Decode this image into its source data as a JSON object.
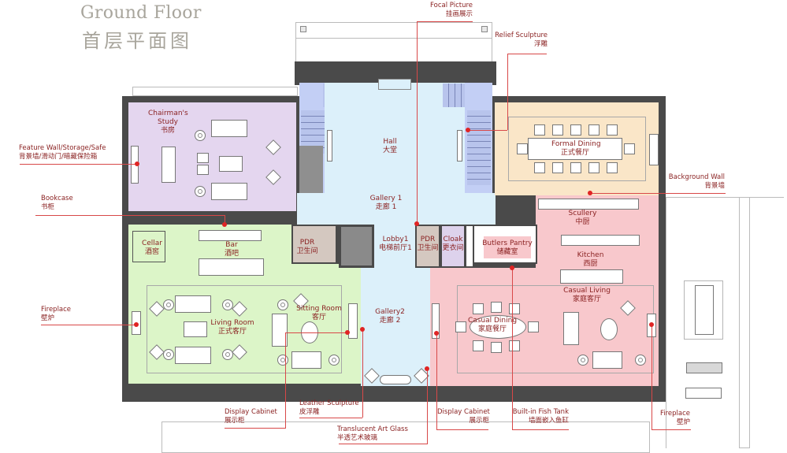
{
  "title": {
    "en": "Ground Floor",
    "cn": "首层平面图"
  },
  "colors": {
    "study": "#e4d6ef",
    "hall": "#dcf0fa",
    "stair": "#c3cff5",
    "formal_dining": "#fae6c8",
    "living": "#dcf5c8",
    "casual": "#f8c8cc",
    "pdr": "#d4c8c0",
    "cloak": "#ddd2ec",
    "wall": "#4a4a4a",
    "annotation": "#8b2323",
    "leader": "#d84848"
  },
  "rooms": {
    "study": {
      "en": "Chairman's",
      "en2": "Study",
      "cn": "书房"
    },
    "hall": {
      "en": "Hall",
      "cn": "大堂"
    },
    "formal_dining": {
      "en": "Formal Dining",
      "cn": "正式餐厅"
    },
    "gallery1": {
      "en": "Gallery 1",
      "cn": "走廊 1"
    },
    "cellar": {
      "en": "Cellar",
      "cn": "酒窖"
    },
    "bar": {
      "en": "Bar",
      "cn": "酒吧"
    },
    "pdr1": {
      "en": "PDR",
      "cn": "卫生间"
    },
    "lobby1": {
      "en": "Lobby1",
      "cn": "电梯前厅1"
    },
    "pdr2": {
      "en": "PDR",
      "cn": "卫生间"
    },
    "cloak": {
      "en": "Cloak",
      "cn": "更衣间"
    },
    "butlers_pantry": {
      "en": "Butlers Pantry",
      "cn": "储藏室"
    },
    "scullery": {
      "en": "Scullery",
      "cn": "中厨"
    },
    "kitchen": {
      "en": "Kitchen",
      "cn": "西厨"
    },
    "living_room": {
      "en": "Living Room",
      "cn": "正式客厅"
    },
    "sitting_room": {
      "en": "Sitting Room",
      "cn": "客厅"
    },
    "gallery2": {
      "en": "Gallery2",
      "cn": "走廊 2"
    },
    "casual_dining": {
      "en": "Casual Dining",
      "cn": "家庭餐厅"
    },
    "casual_living": {
      "en": "Casual  Living",
      "cn": "家庭客厅"
    }
  },
  "annotations": {
    "focal_picture": {
      "en": "Focal Picture",
      "cn": "挂画展示"
    },
    "relief_sculpture": {
      "en": "Relief Sculpture",
      "cn": "浮雕"
    },
    "feature_wall": {
      "en": "Feature Wall/Storage/Safe",
      "cn": "背景墙/滑动门/暗藏保险箱"
    },
    "bookcase": {
      "en": "Bookcase",
      "cn": "书柜"
    },
    "background_wall": {
      "en": "Background Wall",
      "cn": "背景墙"
    },
    "fireplace_left": {
      "en": "Fireplace",
      "cn": "壁炉"
    },
    "display_cabinet_left": {
      "en": "Display Cabinet",
      "cn": "展示柜"
    },
    "leather_sculpture": {
      "en": "Leather Sculpture",
      "cn": "皮浮雕"
    },
    "translucent_glass": {
      "en": "Translucent Art Glass",
      "cn": "半透艺术玻璃"
    },
    "display_cabinet_right": {
      "en": "Display Cabinet",
      "cn": "展示柜"
    },
    "fish_tank": {
      "en": "Built-in Fish Tank",
      "cn": "墙面嵌入鱼缸"
    },
    "fireplace_right": {
      "en": "Fireplace",
      "cn": "壁炉"
    }
  }
}
